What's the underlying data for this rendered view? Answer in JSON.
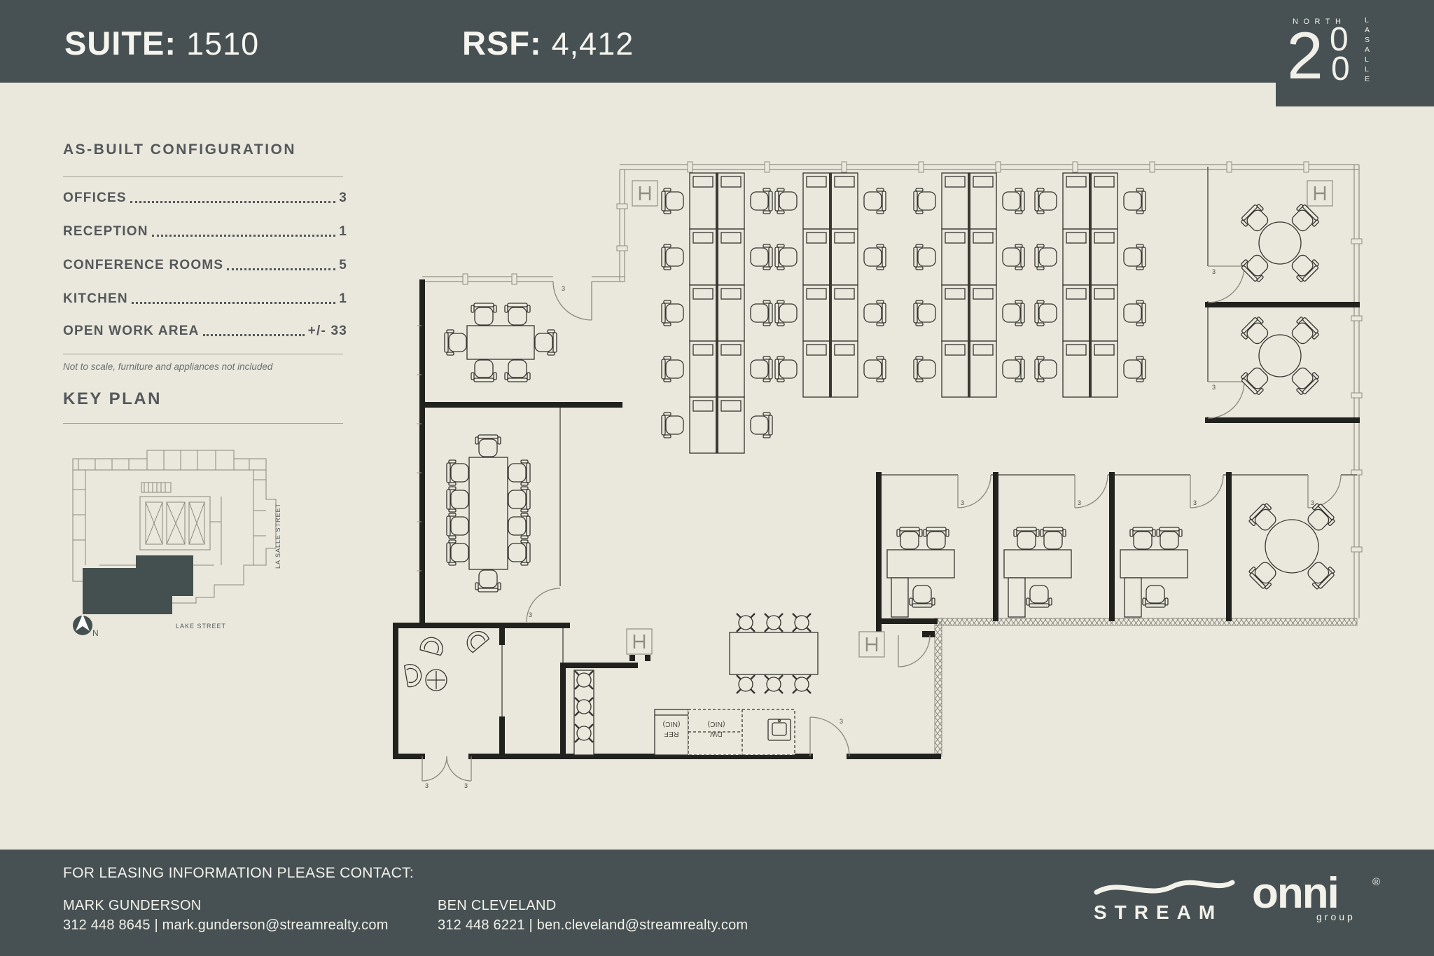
{
  "colors": {
    "slate": "#475153",
    "cream": "#eae8dd",
    "wall_ink": "#21211d",
    "text_gray": "#54585a"
  },
  "header": {
    "suite_label": "SUITE:",
    "suite_value": "1510",
    "rsf_label": "RSF:",
    "rsf_value": "4,412",
    "logo": {
      "north": "NORTH",
      "big_two": "2",
      "zero": "0",
      "lasalle": "LASALLE"
    }
  },
  "sidebar": {
    "config_title": "AS-BUILT CONFIGURATION",
    "items": [
      {
        "label": "OFFICES",
        "value": "3"
      },
      {
        "label": "RECEPTION",
        "value": "1"
      },
      {
        "label": "CONFERENCE ROOMS",
        "value": "5"
      },
      {
        "label": "KITCHEN",
        "value": "1"
      },
      {
        "label": "OPEN WORK AREA",
        "value": "+/- 33"
      }
    ],
    "disclaimer": "Not to scale, furniture and appliances not included",
    "key_plan_title": "KEY PLAN",
    "key_plan": {
      "street_right": "LA SALLE STREET",
      "street_bottom": "LAKE STREET",
      "north_label": "N"
    }
  },
  "plan": {
    "door_tag": "3",
    "ref_label": "REF",
    "dw_label": "DW",
    "nic_label": "(NIC)"
  },
  "footer": {
    "heading": "FOR LEASING INFORMATION PLEASE CONTACT:",
    "contacts": [
      {
        "name": "MARK GUNDERSON",
        "line": "312 448 8645 | mark.gunderson@streamrealty.com"
      },
      {
        "name": "BEN CLEVELAND",
        "line": "312 448 6221 | ben.cleveland@streamrealty.com"
      }
    ],
    "stream_logo": "STREAM",
    "onni_logo": "onni",
    "onni_sub": "group",
    "registered": "®"
  }
}
